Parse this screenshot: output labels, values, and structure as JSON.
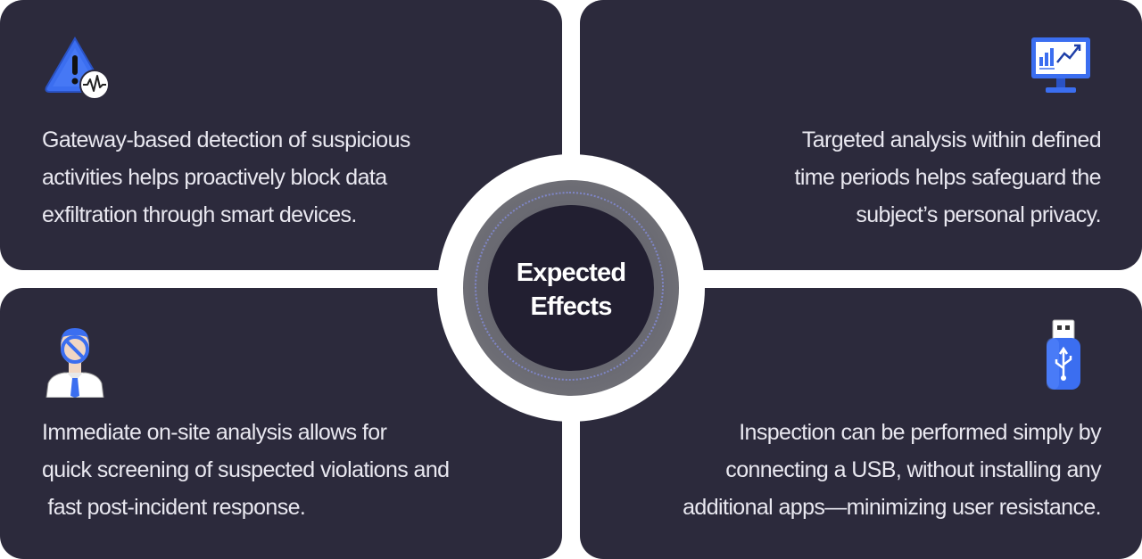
{
  "center": {
    "title_line1": "Expected",
    "title_line2": "Effects"
  },
  "panels": {
    "top_left": {
      "icon": "warning-triangle-pulse-icon",
      "lines": [
        "Gateway-based detection of suspicious",
        "activities helps proactively block data",
        "exfiltration through smart devices."
      ]
    },
    "top_right": {
      "icon": "monitor-chart-icon",
      "lines": [
        "Targeted analysis within defined",
        "time periods helps safeguard the",
        "subject’s personal privacy."
      ]
    },
    "bottom_left": {
      "icon": "anonymous-person-icon",
      "lines": [
        "Immediate on-site analysis allows for",
        "quick screening of suspected violations and",
        " fast post-incident response."
      ]
    },
    "bottom_right": {
      "icon": "usb-drive-icon",
      "lines": [
        "Inspection can be performed simply by",
        "connecting a USB, without installing any",
        "additional apps—minimizing user resistance."
      ]
    }
  },
  "colors": {
    "panel_bg": "#2c2a3c",
    "text": "#e9e8f0",
    "icon_blue": "#3b6ef0",
    "hub_core": "#221f31",
    "hub_ring": "#6a6a72"
  }
}
